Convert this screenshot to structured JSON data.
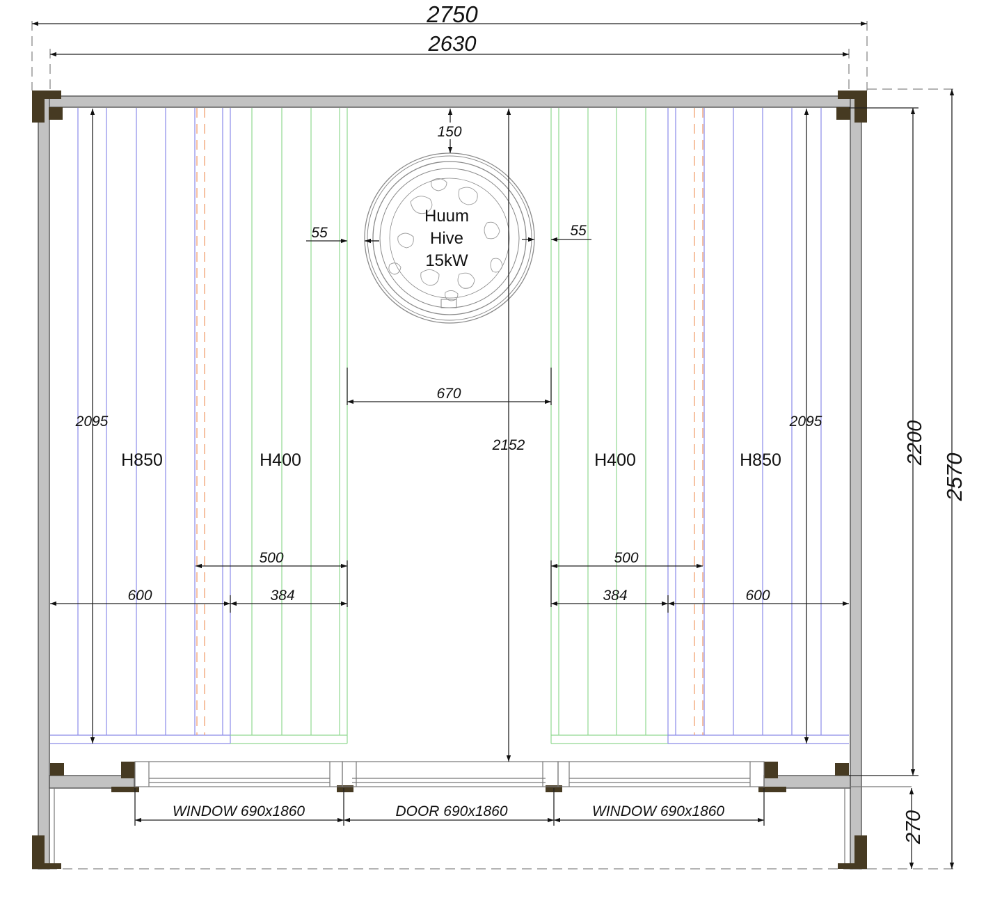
{
  "dimensions": {
    "overall_width": "2750",
    "inner_width": "2630",
    "overall_height": "2570",
    "wall_height": "2200",
    "base_height": "270",
    "heater_top_gap": "150",
    "heater_left_gap": "55",
    "heater_right_gap": "55",
    "bench_gap": "670",
    "center_height": "2152",
    "left_bench_height": "2095",
    "right_bench_height": "2095",
    "left_upper_depth": "500",
    "right_upper_depth": "500",
    "left_lower_depth": "384",
    "right_lower_depth": "384",
    "left_outer_depth": "600",
    "right_outer_depth": "600"
  },
  "bench_labels": {
    "left_high": "H850",
    "left_low": "H400",
    "right_low": "H400",
    "right_high": "H850"
  },
  "heater": {
    "line1": "Huum",
    "line2": "Hive",
    "line3": "15kW"
  },
  "openings": {
    "left_window": "WINDOW 690x1860",
    "door": "DOOR 690x1860",
    "right_window": "WINDOW 690x1860"
  },
  "colors": {
    "upper_bench": "#8a8ae8",
    "lower_bench": "#90d890",
    "support_line": "#f0a070",
    "post": "#463a22",
    "wall": "#c2c2c2"
  }
}
